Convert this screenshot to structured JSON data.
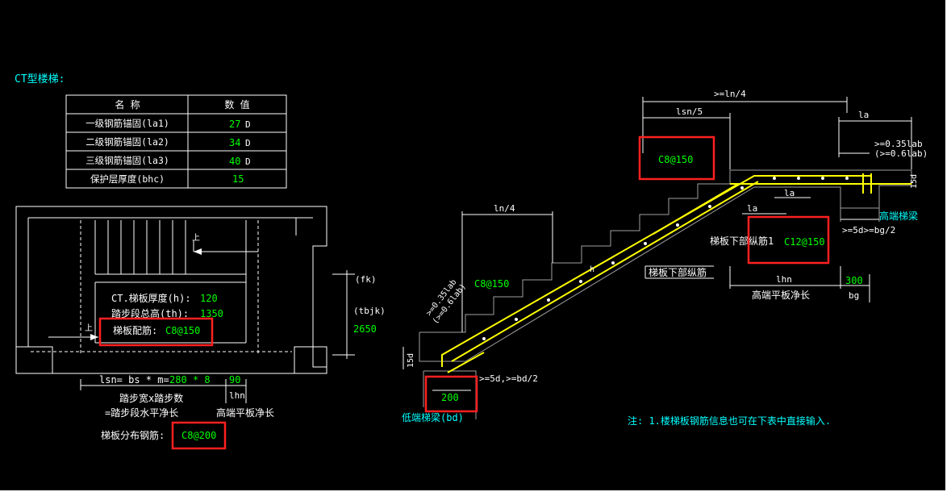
{
  "title": "CT型楼梯:",
  "param_table": {
    "headers": [
      "名 称",
      "数 值"
    ],
    "rows": [
      {
        "name": "一级钢筋锚固(la1)",
        "value": "27",
        "unit": "D"
      },
      {
        "name": "二级钢筋锚固(la2)",
        "value": "34",
        "unit": "D"
      },
      {
        "name": "三级钢筋锚固(la3)",
        "value": "40",
        "unit": "D"
      },
      {
        "name": "保护层厚度(bhc)",
        "value": "15",
        "unit": ""
      }
    ]
  },
  "plan": {
    "thickness_label": "CT.梯板厚度(h):",
    "thickness_value": "120",
    "height_label": "踏步段总高(th):",
    "height_value": "1350",
    "rebar_label": "梯板配筋:",
    "rebar_value": "C8@150",
    "fk": "(fk)",
    "tbjk": "(tbjk)",
    "width_value": "2650",
    "lsn_label": "lsn= bs * m=",
    "lsn_value": "280 * 8",
    "lhn_value": "90",
    "lhn_label": "lhn",
    "step_desc_1": "踏步宽x踏步数",
    "step_desc_2": "=踏步段水平净长",
    "high_platform": "高端平板净长",
    "dist_label": "梯板分布钢筋:",
    "dist_value": "C8@200",
    "arrow_label": "上"
  },
  "section": {
    "ln4_top": ">=ln/4",
    "lsn5": "lsn/5",
    "la_top": "la",
    "top_note_1": ">=0.35lab",
    "top_note_2": "(>=0.6lab)",
    "top_rebar": "C8@150",
    "d15_right": "15d",
    "high_beam": "高端梯梁",
    "la_mid": "la",
    "la_mid2": "la",
    "bottom_rebar_1": "梯板下部纵筋1",
    "bottom_rebar_1_value": "C12@150",
    "bottom_rebar": "梯板下部纵筋",
    "bg_note": ">=5d>=bg/2",
    "h_label": "h",
    "lhn_label": "lhn",
    "bg_value": "300",
    "bg_label": "bg",
    "high_platform": "高端平板净长",
    "ln4_left": "ln/4",
    "left_rebar": "C8@150",
    "left_note_1": ">=0.35lab",
    "left_note_2": "(>=0.6lab)",
    "d15_left": "15d",
    "bd_note": ">=5d,>=bd/2",
    "bd_value": "200",
    "low_beam": "低端梯梁(bd)",
    "footnote": "注: 1.楼梯板钢筋信息也可在下表中直接输入."
  },
  "colors": {
    "background": "#000000",
    "line": "#ffffff",
    "value_text": "#00ff00",
    "title_text": "#00ffff",
    "rebar": "#ffff00",
    "highlight": "#ff2020"
  }
}
